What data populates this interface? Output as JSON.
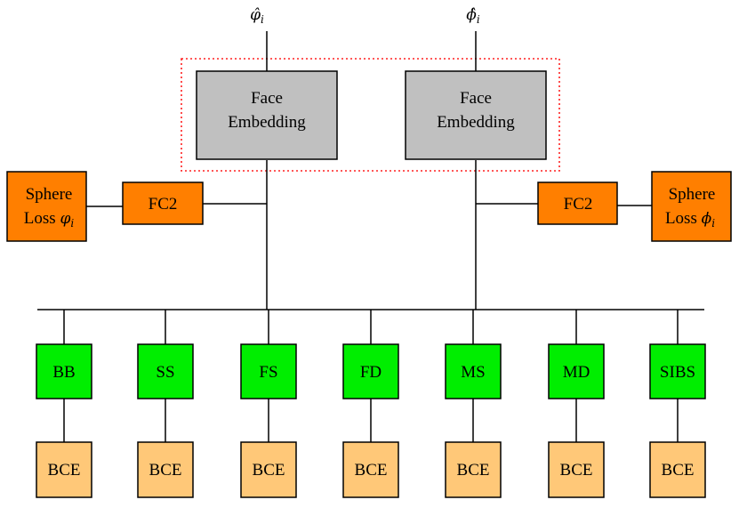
{
  "outputs": {
    "left_symbol": "φ̂",
    "left_subscript": "i",
    "right_symbol": "ϕ̂",
    "right_subscript": "i"
  },
  "embedding_boxes": [
    {
      "line1": "Face",
      "line2": "Embedding"
    },
    {
      "line1": "Face",
      "line2": "Embedding"
    }
  ],
  "fc_boxes": [
    {
      "label": "FC2"
    },
    {
      "label": "FC2"
    }
  ],
  "loss_boxes": [
    {
      "line1": "Sphere",
      "line2_text": "Loss ",
      "symbol": "φ",
      "subscript": "i"
    },
    {
      "line1": "Sphere",
      "line2_text": "Loss ",
      "symbol": "ϕ",
      "subscript": "i"
    }
  ],
  "attribute_boxes": [
    "BB",
    "SS",
    "FS",
    "FD",
    "MS",
    "MD",
    "SIBS"
  ],
  "bce_label": "BCE",
  "colors": {
    "embedding_fill": "#c0c0c0",
    "orange": "#ff7f00",
    "green": "#00ee00",
    "bce_fill": "#ffc878",
    "dotted_frame": "#ff2020",
    "line": "#000000"
  }
}
